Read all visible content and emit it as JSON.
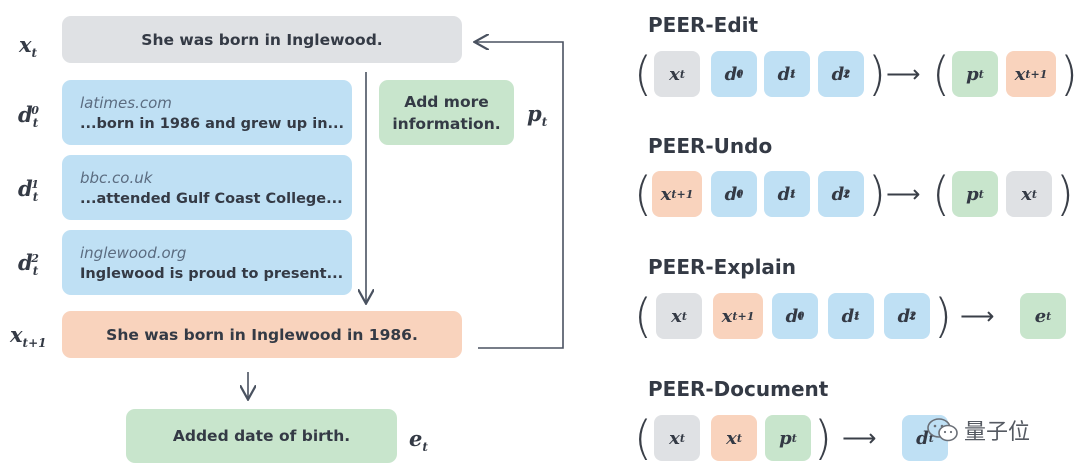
{
  "left": {
    "x_t_text": "She was born in Inglewood.",
    "docs": [
      {
        "source": "latimes.com",
        "snippet": "...born in 1986 and grew up in..."
      },
      {
        "source": "bbc.co.uk",
        "snippet": "...attended Gulf Coast College..."
      },
      {
        "source": "inglewood.org",
        "snippet": "Inglewood is proud to present..."
      }
    ],
    "plan_text": "Add more information.",
    "x_next_text": "She was born in Inglewood in 1986.",
    "explanation_text": "Added date of birth."
  },
  "right": {
    "titles": [
      "PEER-Edit",
      "PEER-Undo",
      "PEER-Explain",
      "PEER-Document"
    ]
  },
  "watermark": "量子位",
  "colors": {
    "gray": "#dfe1e4",
    "blue": "#bfe0f4",
    "orange": "#f9d3bd",
    "green": "#c8e5cc"
  }
}
